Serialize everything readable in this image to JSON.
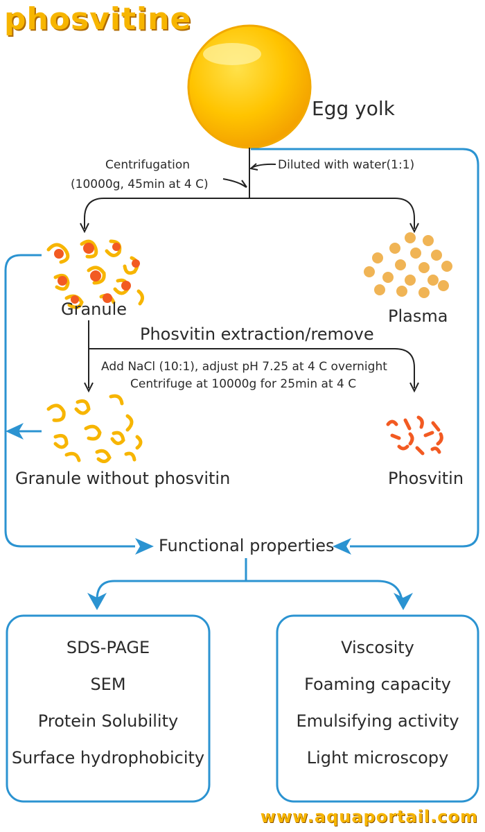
{
  "header": {
    "title": "phosvitine"
  },
  "nodes": {
    "egg_yolk": "Egg yolk",
    "granule": "Granule",
    "plasma": "Plasma",
    "granule_without": "Granule without phosvitin",
    "phosvitin": "Phosvitin",
    "functional": "Functional properties"
  },
  "steps": {
    "centrifugation_line1": "Centrifugation",
    "centrifugation_line2": "(10000g, 45min at 4  C)",
    "diluted": "Diluted with water(1:1)",
    "extraction": "Phosvitin extraction/remove",
    "nacl_line1": "Add NaCl (10:1), adjust pH 7.25 at 4  C overnight",
    "nacl_line2": "Centrifuge at 10000g for 25min at 4  C"
  },
  "left_box": [
    "SDS-PAGE",
    "SEM",
    "Protein Solubility",
    "Surface hydrophobicity"
  ],
  "right_box": [
    "Viscosity",
    "Foaming capacity",
    "Emulsifying activity",
    "Light microscopy"
  ],
  "footer": {
    "site": "www.aquaportail.com"
  },
  "colors": {
    "blue": "#2b93d1",
    "yolk": "#f7b500",
    "granule_orange": "#f25a22",
    "plasma": "#f0b455",
    "dark": "#222222"
  }
}
